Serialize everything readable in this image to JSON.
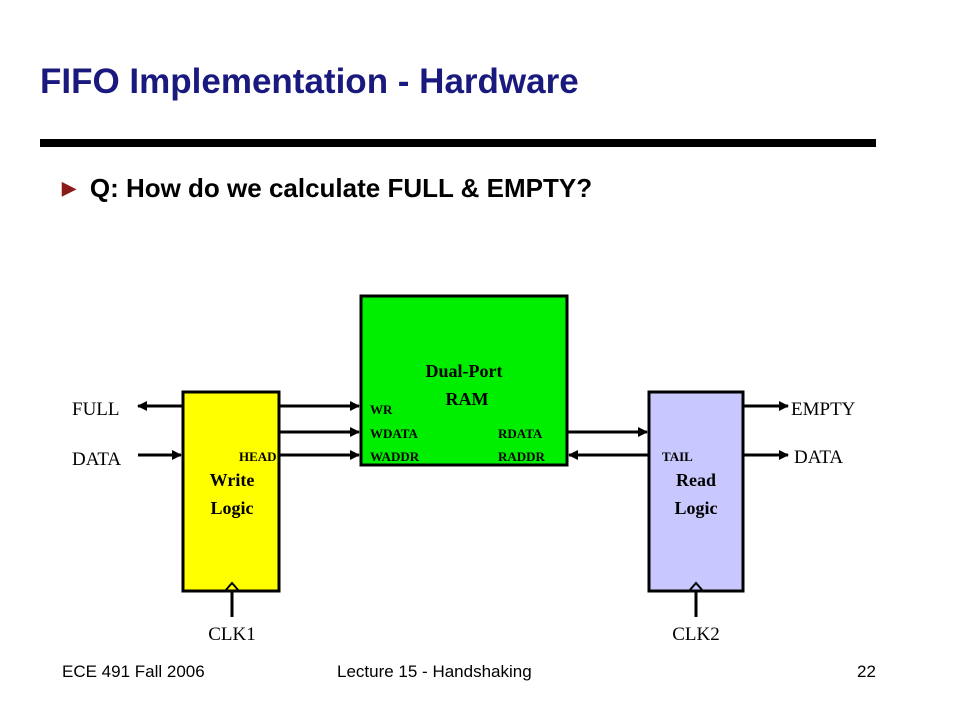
{
  "slide": {
    "title": "FIFO Implementation - Hardware",
    "bullet": "Q: How do we calculate FULL & EMPTY?"
  },
  "diagram": {
    "ram": {
      "label1": "Dual-Port",
      "label2": "RAM",
      "color": "#00ee00",
      "ports_left": [
        "WR",
        "WDATA",
        "WADDR"
      ],
      "ports_right": [
        "RDATA",
        "RADDR"
      ]
    },
    "write_logic": {
      "label1": "Write",
      "label2": "Logic",
      "inner_label": "HEAD",
      "color": "#ffff00"
    },
    "read_logic": {
      "label1": "Read",
      "label2": "Logic",
      "inner_label": "TAIL",
      "color": "#c8c8ff"
    },
    "left_signals": [
      "FULL",
      "DATA"
    ],
    "right_signals": [
      "EMPTY",
      "DATA"
    ],
    "clocks": [
      "CLK1",
      "CLK2"
    ]
  },
  "footer": {
    "left": "ECE 491 Fall 2006",
    "center": "Lecture 15 - Handshaking",
    "page": "22"
  },
  "colors": {
    "title": "#1a1a7e",
    "bullet": "#8b1a1a"
  }
}
